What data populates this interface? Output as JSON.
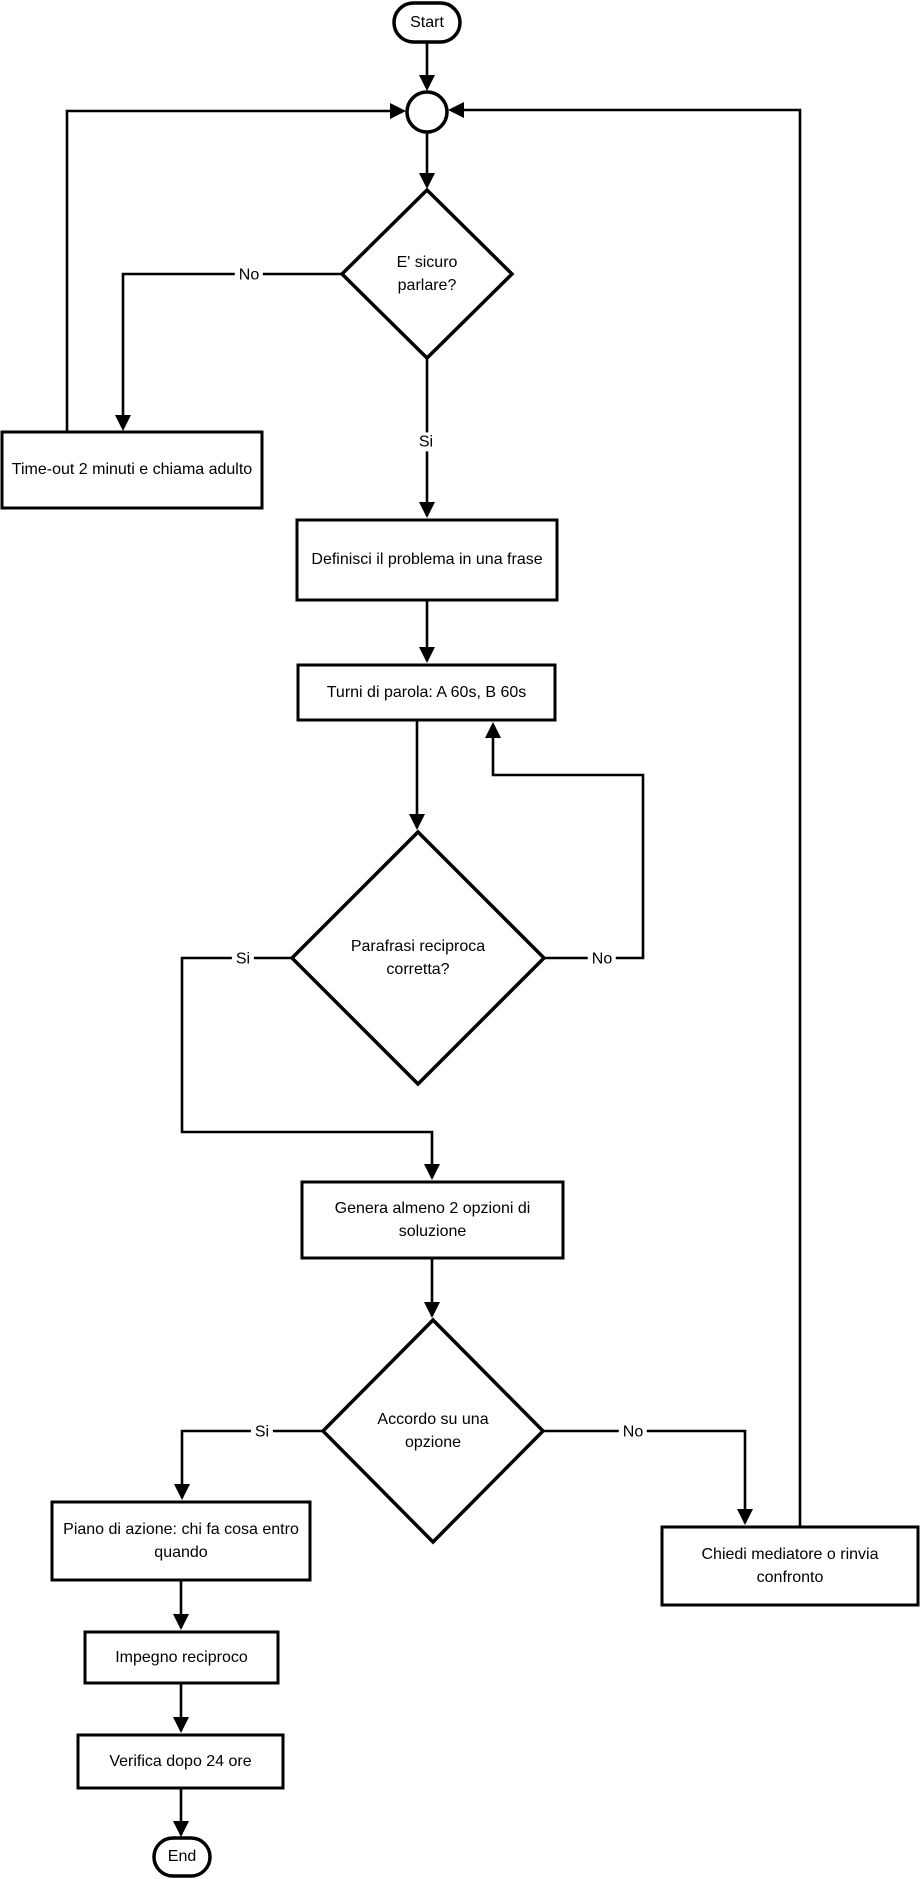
{
  "nodes": {
    "start": {
      "label": "Start"
    },
    "decision_safe": {
      "label": "E' sicuro parlare?"
    },
    "timeout": {
      "label": "Time-out 2 minuti e chiama adulto"
    },
    "define_problem": {
      "label": "Definisci il problema in una frase"
    },
    "speaking_turns": {
      "label": "Turni di parola: A 60s, B 60s"
    },
    "decision_paraphrase": {
      "label": "Parafrasi reciproca corretta?"
    },
    "generate_options": {
      "label": "Genera almeno 2 opzioni di soluzione"
    },
    "decision_agreement": {
      "label": "Accordo su una opzione"
    },
    "action_plan": {
      "label": "Piano di azione: chi fa cosa entro quando"
    },
    "commitment": {
      "label": "Impegno reciproco"
    },
    "verify": {
      "label": "Verifica dopo 24 ore"
    },
    "mediator": {
      "label": "Chiedi mediatore o rinvia confronto"
    },
    "end": {
      "label": "End"
    }
  },
  "edges": {
    "safe_no": {
      "label": "No"
    },
    "safe_si": {
      "label": "Si"
    },
    "paraphrase_si": {
      "label": "Si"
    },
    "paraphrase_no": {
      "label": "No"
    },
    "agreement_si": {
      "label": "Si"
    },
    "agreement_no": {
      "label": "No"
    }
  },
  "colors": {
    "line": "#000000",
    "node_border": "#000000",
    "node_fill": "#ffffff",
    "text": "#000000",
    "background": "#ffffff"
  }
}
